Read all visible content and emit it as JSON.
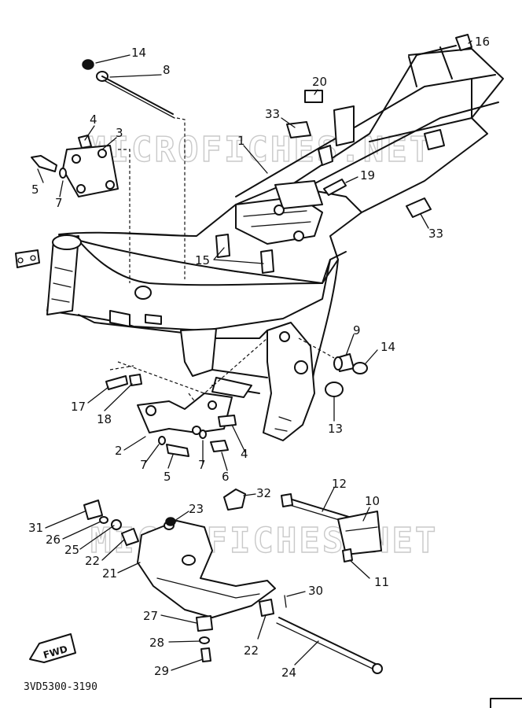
{
  "watermark": "MICROFICHES.NET",
  "diagram_code": "3VD5300-3190",
  "direction_tag": "FWD",
  "callouts": [
    {
      "id": "c14a",
      "text": "14"
    },
    {
      "id": "c8",
      "text": "8"
    },
    {
      "id": "c4a",
      "text": "4"
    },
    {
      "id": "c3",
      "text": "3"
    },
    {
      "id": "c5a",
      "text": "5"
    },
    {
      "id": "c7a",
      "text": "7"
    },
    {
      "id": "c1",
      "text": "1"
    },
    {
      "id": "c20",
      "text": "20"
    },
    {
      "id": "c33a",
      "text": "33"
    },
    {
      "id": "c16",
      "text": "16"
    },
    {
      "id": "c19",
      "text": "19"
    },
    {
      "id": "c33b",
      "text": "33"
    },
    {
      "id": "c15",
      "text": "15"
    },
    {
      "id": "c9",
      "text": "9"
    },
    {
      "id": "c14b",
      "text": "14"
    },
    {
      "id": "c13",
      "text": "13"
    },
    {
      "id": "c17",
      "text": "17"
    },
    {
      "id": "c18",
      "text": "18"
    },
    {
      "id": "c2",
      "text": "2"
    },
    {
      "id": "c7b",
      "text": "7"
    },
    {
      "id": "c5b",
      "text": "5"
    },
    {
      "id": "c7c",
      "text": "7"
    },
    {
      "id": "c6",
      "text": "6"
    },
    {
      "id": "c4b",
      "text": "4"
    },
    {
      "id": "c12",
      "text": "12"
    },
    {
      "id": "c10",
      "text": "10"
    },
    {
      "id": "c32",
      "text": "32"
    },
    {
      "id": "c23",
      "text": "23"
    },
    {
      "id": "c31",
      "text": "31"
    },
    {
      "id": "c26",
      "text": "26"
    },
    {
      "id": "c25",
      "text": "25"
    },
    {
      "id": "c22a",
      "text": "22"
    },
    {
      "id": "c21",
      "text": "21"
    },
    {
      "id": "c11",
      "text": "11"
    },
    {
      "id": "c30",
      "text": "30"
    },
    {
      "id": "c27",
      "text": "27"
    },
    {
      "id": "c22b",
      "text": "22"
    },
    {
      "id": "c28",
      "text": "28"
    },
    {
      "id": "c24",
      "text": "24"
    },
    {
      "id": "c29",
      "text": "29"
    }
  ]
}
